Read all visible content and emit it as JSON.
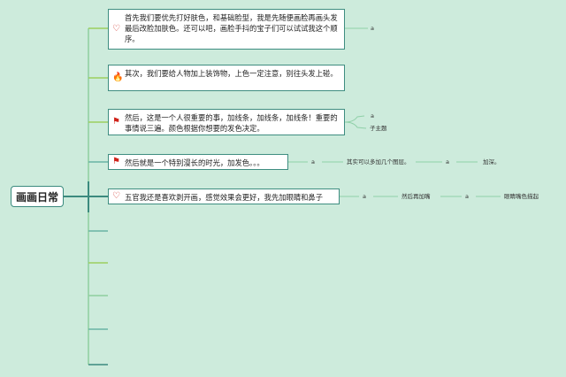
{
  "root": {
    "label": "画画日常"
  },
  "branches": [
    {
      "icon": "heart-icon",
      "text": "首先我们要优先打好肤色，和基础脸型，我是先随便画脸再画头发最后改脸加肤色。还可以吧，画脸手抖的宝子们可以试试我这个顺序。"
    },
    {
      "icon": "fire-icon",
      "text": "其次，我们要给人物加上装饰物，上色一定注意，别往头发上碰。"
    },
    {
      "icon": "flag-icon",
      "text": "然后，这是一个人很重要的事，加线条，加线条，加线条！重要的事情说三遍。颜色根据你想要的发色决定。"
    },
    {
      "icon": "flag-icon",
      "text": "然后就是一个特别漫长的时光，加发色。。。"
    },
    {
      "icon": "heart-icon",
      "text": "五官我还是喜欢剥开画，感觉效果会更好，我先加眼睛和鼻子"
    }
  ],
  "sub": {
    "b1_a": "a",
    "b3_a": "a",
    "b3_sub": "子主题",
    "b4_a1": "a",
    "b4_t1": "其实可以多加几个图层。",
    "b4_a2": "a",
    "b4_t2": "加深。",
    "b5_a1": "a",
    "b5_t1": "然后再加嘴",
    "b5_a2": "a",
    "b5_t2": "眼睛嘴色描起"
  }
}
